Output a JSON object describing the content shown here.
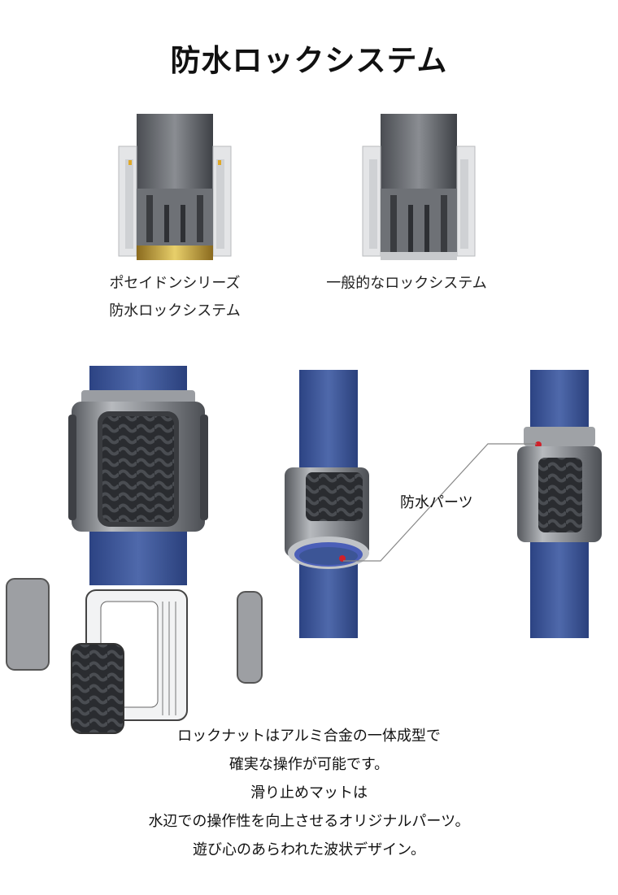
{
  "title": "防水ロックシステム",
  "comparison": {
    "left_caption_line1": "ポセイドンシリーズ",
    "left_caption_line2": "防水ロックシステム",
    "right_caption": "一般的なロックシステム"
  },
  "callout_label": "防水パーツ",
  "description": {
    "line1": "ロックナットはアルミ合金の一体成型で",
    "line2": "確実な操作が可能です。",
    "line3": "滑り止めマットは",
    "line4": "水辺での操作性を向上させるオリジナルパーツ。",
    "line5": "遊び心のあらわれた波状デザイン。"
  },
  "colors": {
    "rod_blue": "#3c5596",
    "metal_gray": "#8a8d92",
    "gold_seal": "#c9a640",
    "red_marker": "#d0202a"
  }
}
